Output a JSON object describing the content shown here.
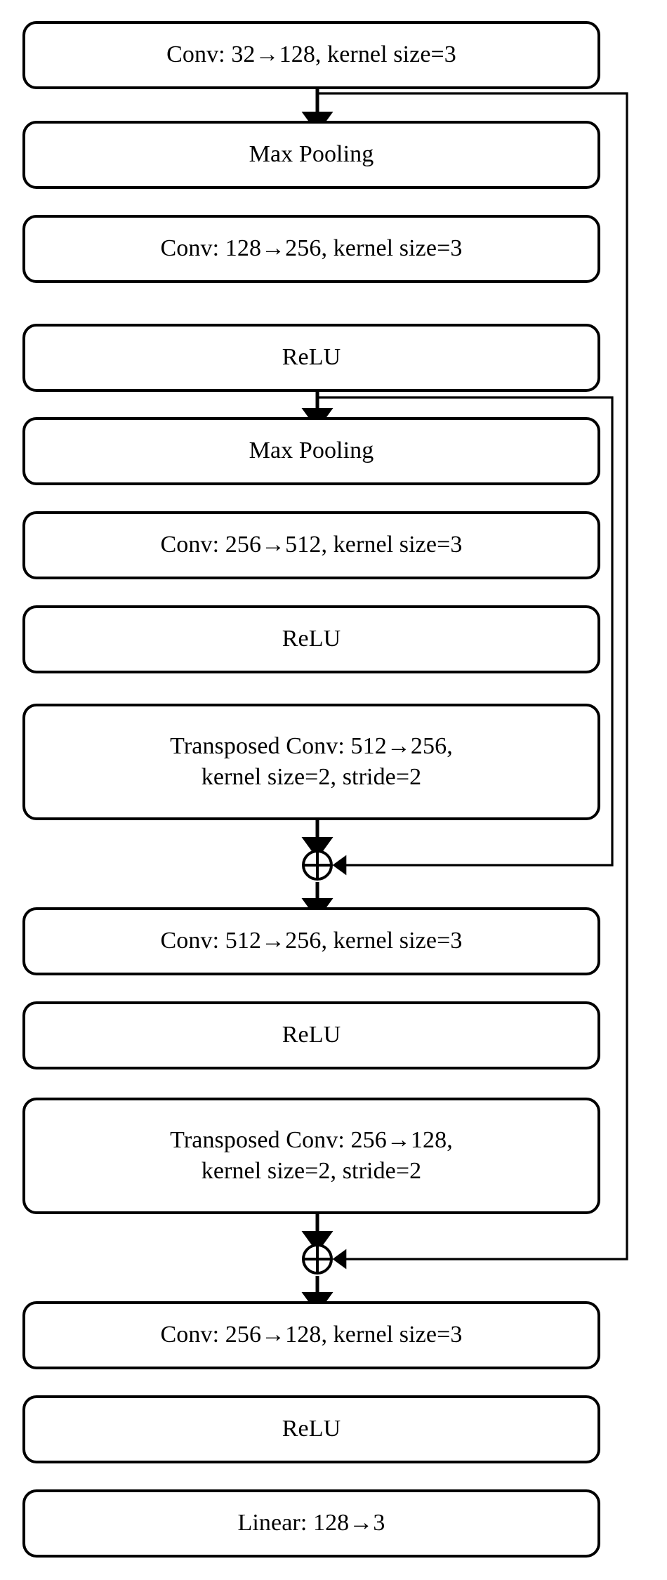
{
  "diagram": {
    "title": "Neural network architecture block diagram",
    "type": "flowchart",
    "stroke_color": "#000000",
    "background_color": "#ffffff",
    "node_fill": "#ffffff",
    "nodes": [
      {
        "id": "conv1",
        "label": "Conv: 32→128, kernel size=3",
        "lines": 1
      },
      {
        "id": "pool1",
        "label": "Max Pooling",
        "lines": 1
      },
      {
        "id": "conv2",
        "label": "Conv: 128→256, kernel size=3",
        "lines": 1
      },
      {
        "id": "relu1",
        "label": "ReLU",
        "lines": 1
      },
      {
        "id": "pool2",
        "label": "Max Pooling",
        "lines": 1
      },
      {
        "id": "conv3",
        "label": "Conv: 256→512, kernel size=3",
        "lines": 1
      },
      {
        "id": "relu2",
        "label": "ReLU",
        "lines": 1
      },
      {
        "id": "tconv1",
        "label": "Transposed Conv: 512→256,\nkernel size=2, stride=2",
        "lines": 2
      },
      {
        "id": "conv4",
        "label": "Conv: 512→256, kernel size=3",
        "lines": 1
      },
      {
        "id": "relu3",
        "label": "ReLU",
        "lines": 1
      },
      {
        "id": "tconv2",
        "label": "Transposed Conv: 256→128,\nkernel size=2, stride=2",
        "lines": 2
      },
      {
        "id": "conv5",
        "label": "Conv: 256→128, kernel size=3",
        "lines": 1
      },
      {
        "id": "relu4",
        "label": "ReLU",
        "lines": 1
      },
      {
        "id": "linear",
        "label": "Linear: 128→3",
        "lines": 1
      }
    ],
    "merge_nodes": [
      {
        "id": "add1",
        "symbol": "⊕",
        "name": "skip-add-1"
      },
      {
        "id": "add2",
        "symbol": "⊕",
        "name": "skip-add-2"
      }
    ],
    "skip_connections": [
      {
        "id": "skip-outer",
        "from": "conv1",
        "to": "add2",
        "name": "skip-connection-conv1-to-add2"
      },
      {
        "id": "skip-inner",
        "from": "relu1",
        "to": "add1",
        "name": "skip-connection-relu1-to-add1"
      }
    ],
    "flow_arrows": [
      {
        "from": "conv1",
        "to": "pool1"
      },
      {
        "from": "relu1",
        "to": "pool2"
      },
      {
        "from": "tconv1",
        "to": "add1"
      },
      {
        "from": "add1",
        "to": "conv4"
      },
      {
        "from": "tconv2",
        "to": "add2"
      },
      {
        "from": "add2",
        "to": "conv5"
      }
    ]
  }
}
